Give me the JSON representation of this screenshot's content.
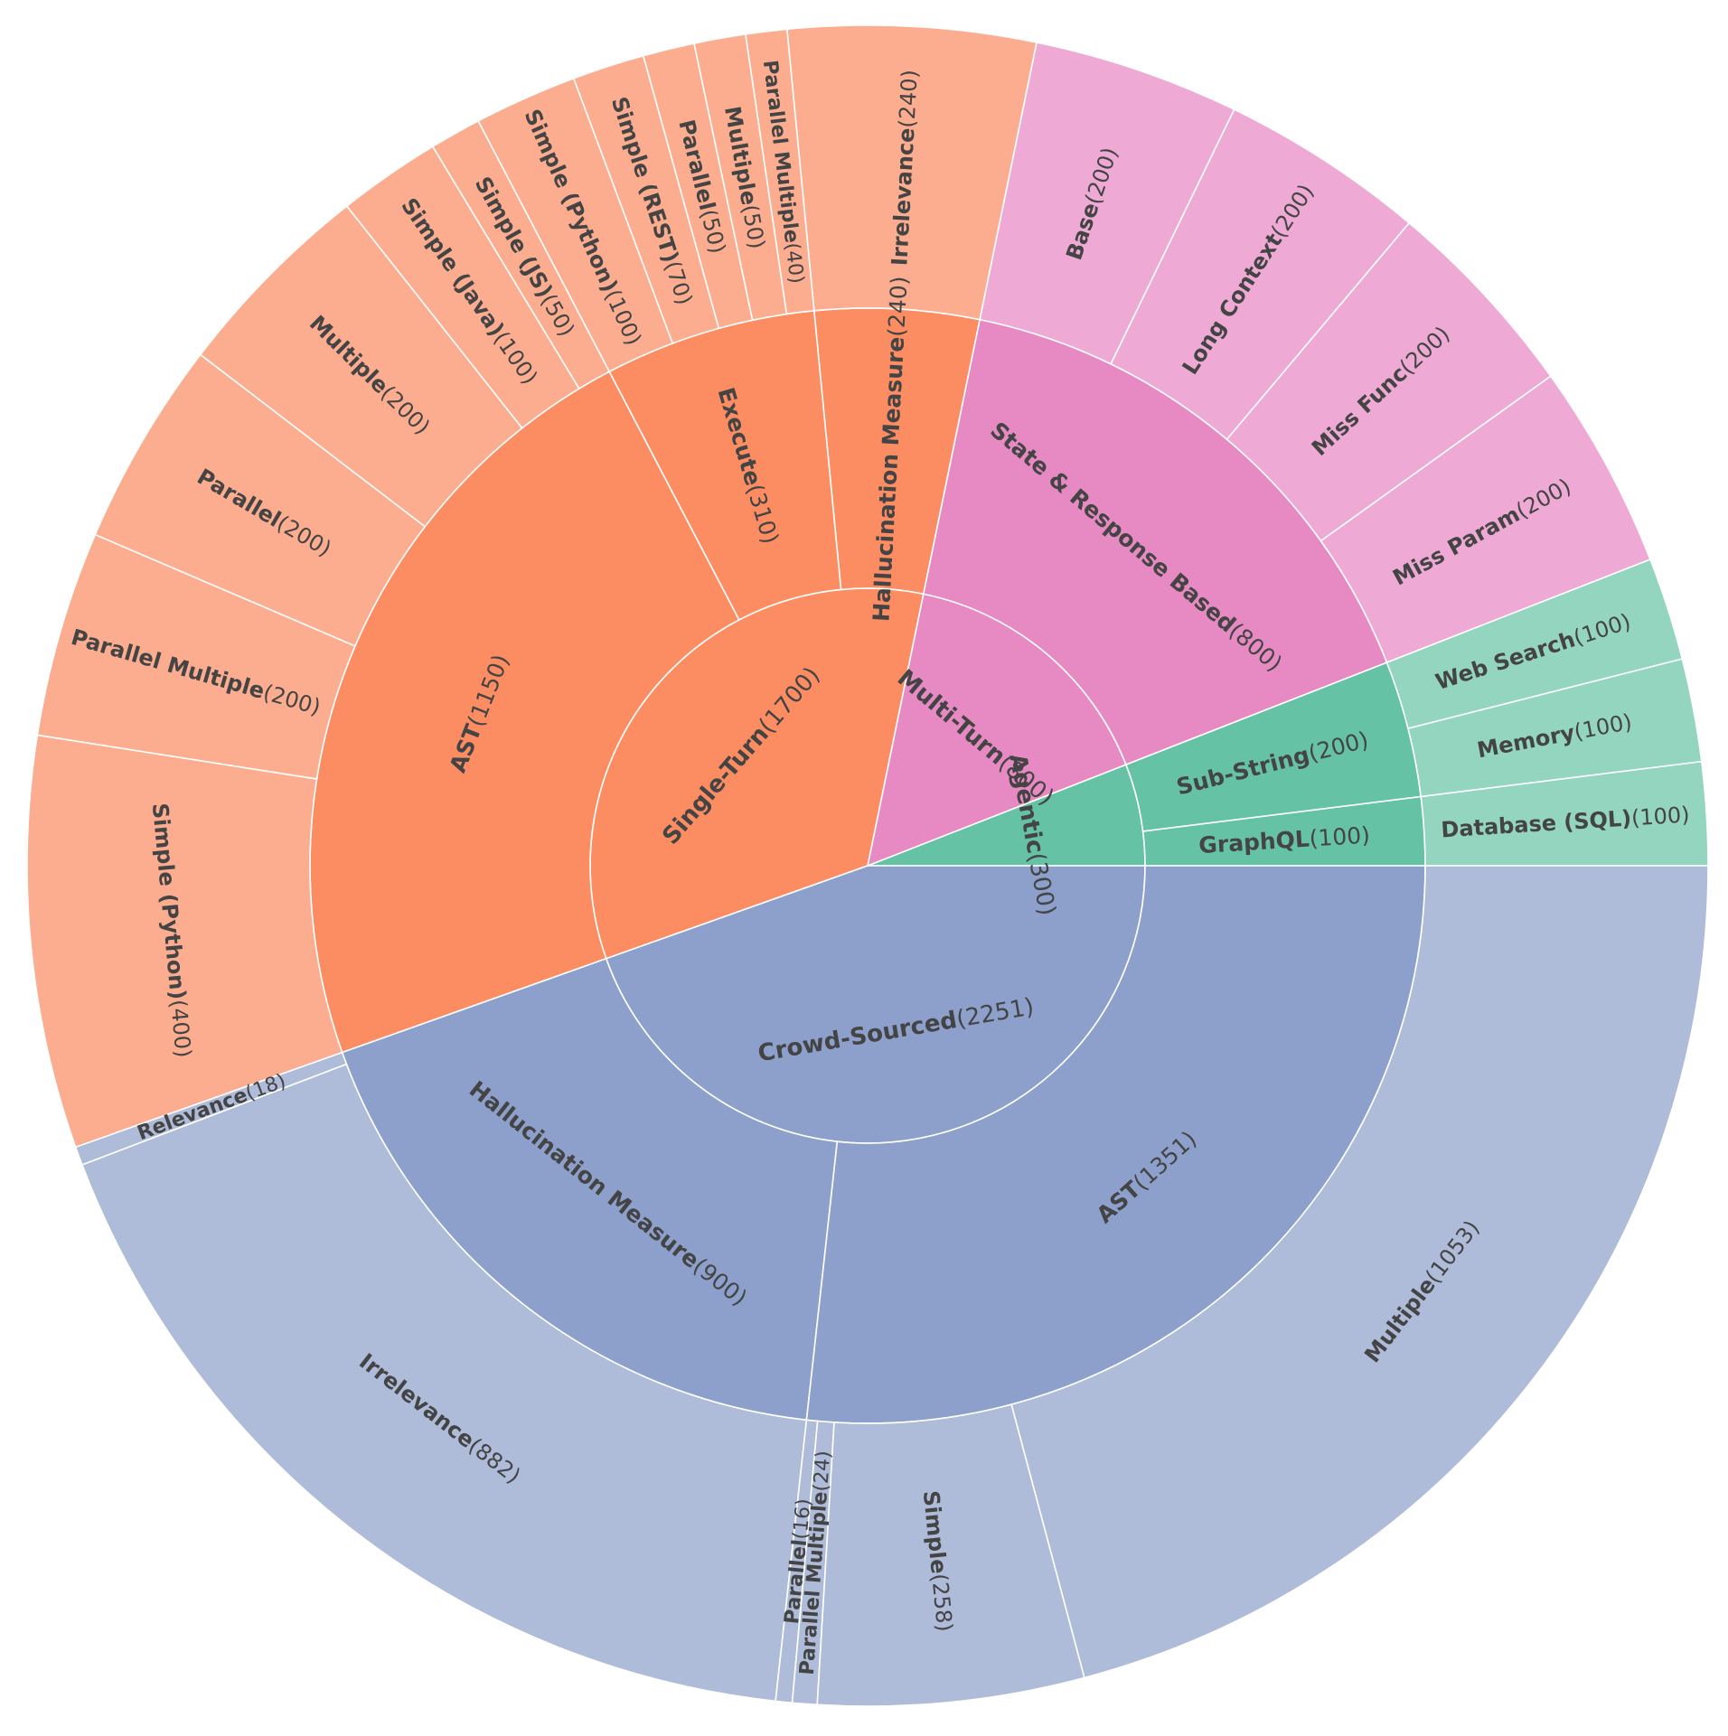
{
  "chart_data": {
    "type": "sunburst",
    "title": "",
    "colors": {
      "Crowd-Sourced": [
        "#8da0cb",
        "#8da0cb",
        "#aebbd9"
      ],
      "Single-Turn": [
        "#fc8d62",
        "#fc8d62",
        "#fcad8f"
      ],
      "Multi-Turn": [
        "#e78ac3",
        "#e78ac3",
        "#eeaad4"
      ],
      "Agentic": [
        "#66c2a5",
        "#66c2a5",
        "#93d5bf"
      ]
    },
    "root_order": [
      "Agentic",
      "Multi-Turn",
      "Single-Turn",
      "Crowd-Sourced"
    ],
    "nodes": [
      {
        "name": "Crowd-Sourced",
        "value": 2251,
        "children": [
          {
            "name": "Hallucination Measure",
            "value": 900,
            "children": [
              {
                "name": "Relevance",
                "value": 18
              },
              {
                "name": "Irrelevance",
                "value": 882
              }
            ]
          },
          {
            "name": "AST",
            "value": 1351,
            "children": [
              {
                "name": "Parallel",
                "value": 16
              },
              {
                "name": "Parallel Multiple",
                "value": 24
              },
              {
                "name": "Simple",
                "value": 258
              },
              {
                "name": "Multiple",
                "value": 1053
              }
            ]
          }
        ]
      },
      {
        "name": "Single-Turn",
        "value": 1700,
        "children": [
          {
            "name": "Hallucination Measure",
            "value": 240,
            "children": [
              {
                "name": "Irrelevance",
                "value": 240
              }
            ]
          },
          {
            "name": "Execute",
            "value": 310,
            "children": [
              {
                "name": "Parallel Multiple",
                "value": 40
              },
              {
                "name": "Multiple",
                "value": 50
              },
              {
                "name": "Parallel",
                "value": 50
              },
              {
                "name": "Simple (REST)",
                "value": 70
              },
              {
                "name": "Simple (Python)",
                "value": 100
              }
            ]
          },
          {
            "name": "AST",
            "value": 1150,
            "children": [
              {
                "name": "Simple (JS)",
                "value": 50
              },
              {
                "name": "Simple (Java)",
                "value": 100
              },
              {
                "name": "Multiple",
                "value": 200
              },
              {
                "name": "Parallel",
                "value": 200
              },
              {
                "name": "Parallel Multiple",
                "value": 200
              },
              {
                "name": "Simple (Python)",
                "value": 400
              }
            ]
          }
        ]
      },
      {
        "name": "Multi-Turn",
        "value": 800,
        "children": [
          {
            "name": "State & Response Based",
            "value": 800,
            "children": [
              {
                "name": "Miss Param",
                "value": 200
              },
              {
                "name": "Miss Func",
                "value": 200
              },
              {
                "name": "Long Context",
                "value": 200
              },
              {
                "name": "Base",
                "value": 200
              }
            ]
          }
        ]
      },
      {
        "name": "Agentic",
        "value": 300,
        "children": [
          {
            "name": "GraphQL",
            "value": 100,
            "children": [
              {
                "name": "Database (SQL)",
                "value": 100
              }
            ]
          },
          {
            "name": "Sub-String",
            "value": 200,
            "children": [
              {
                "name": "Memory",
                "value": 100
              },
              {
                "name": "Web Search",
                "value": 100
              }
            ]
          }
        ]
      }
    ]
  }
}
